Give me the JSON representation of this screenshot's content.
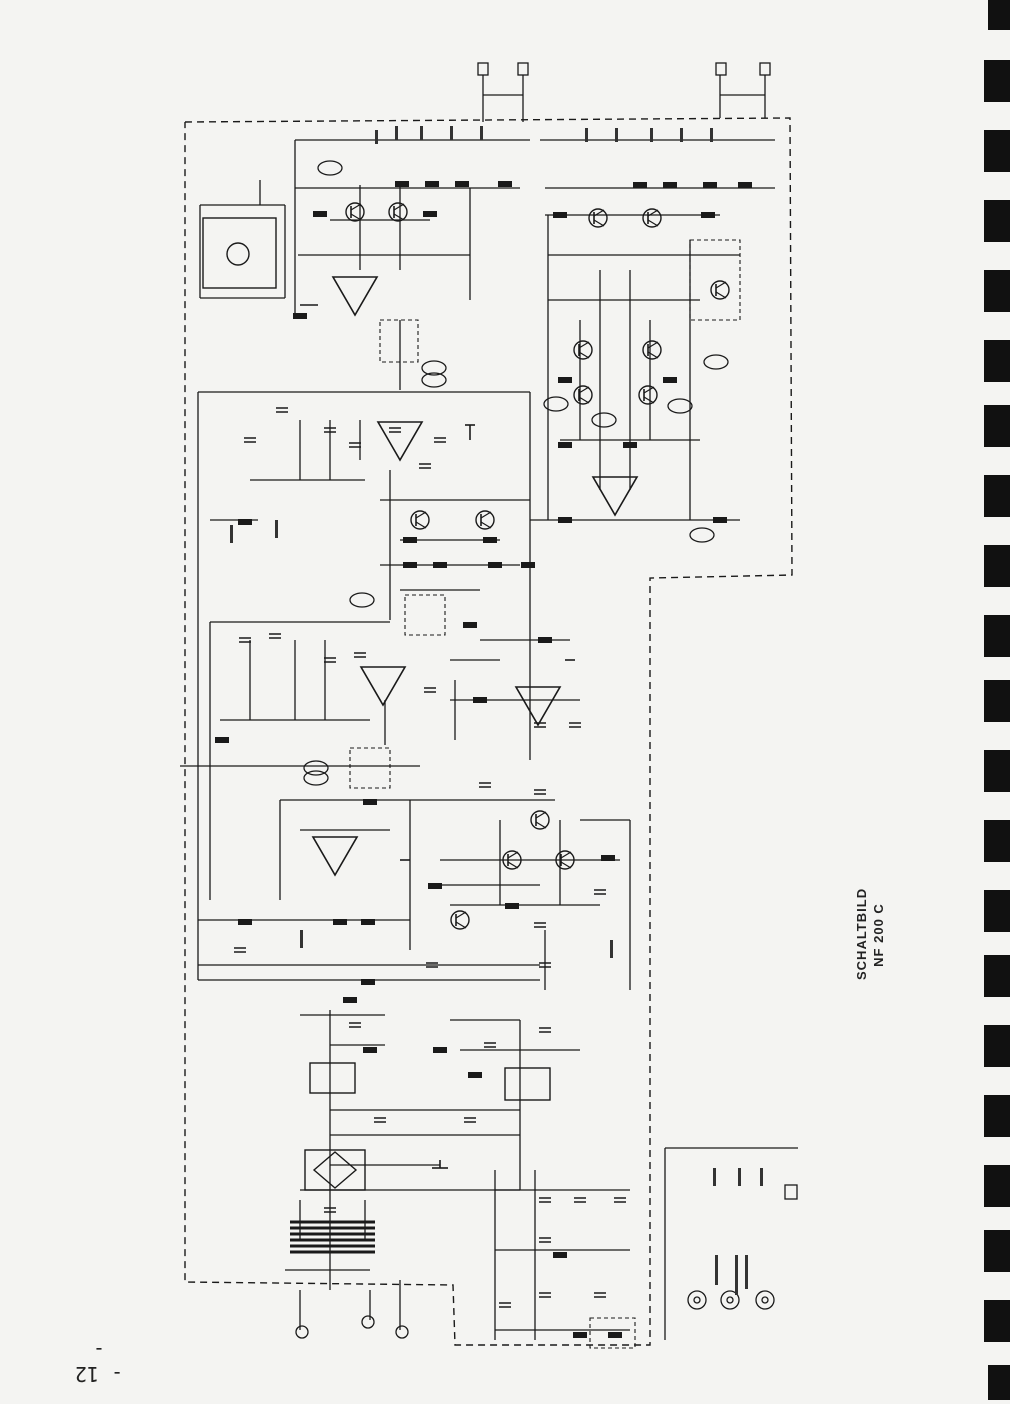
{
  "title": {
    "line1": "SCHALTBILD",
    "line2": "NF 200 C"
  },
  "page_number": "- 12 -",
  "colors": {
    "ink": "#1a1a1a",
    "paper": "#f4f4f2"
  }
}
